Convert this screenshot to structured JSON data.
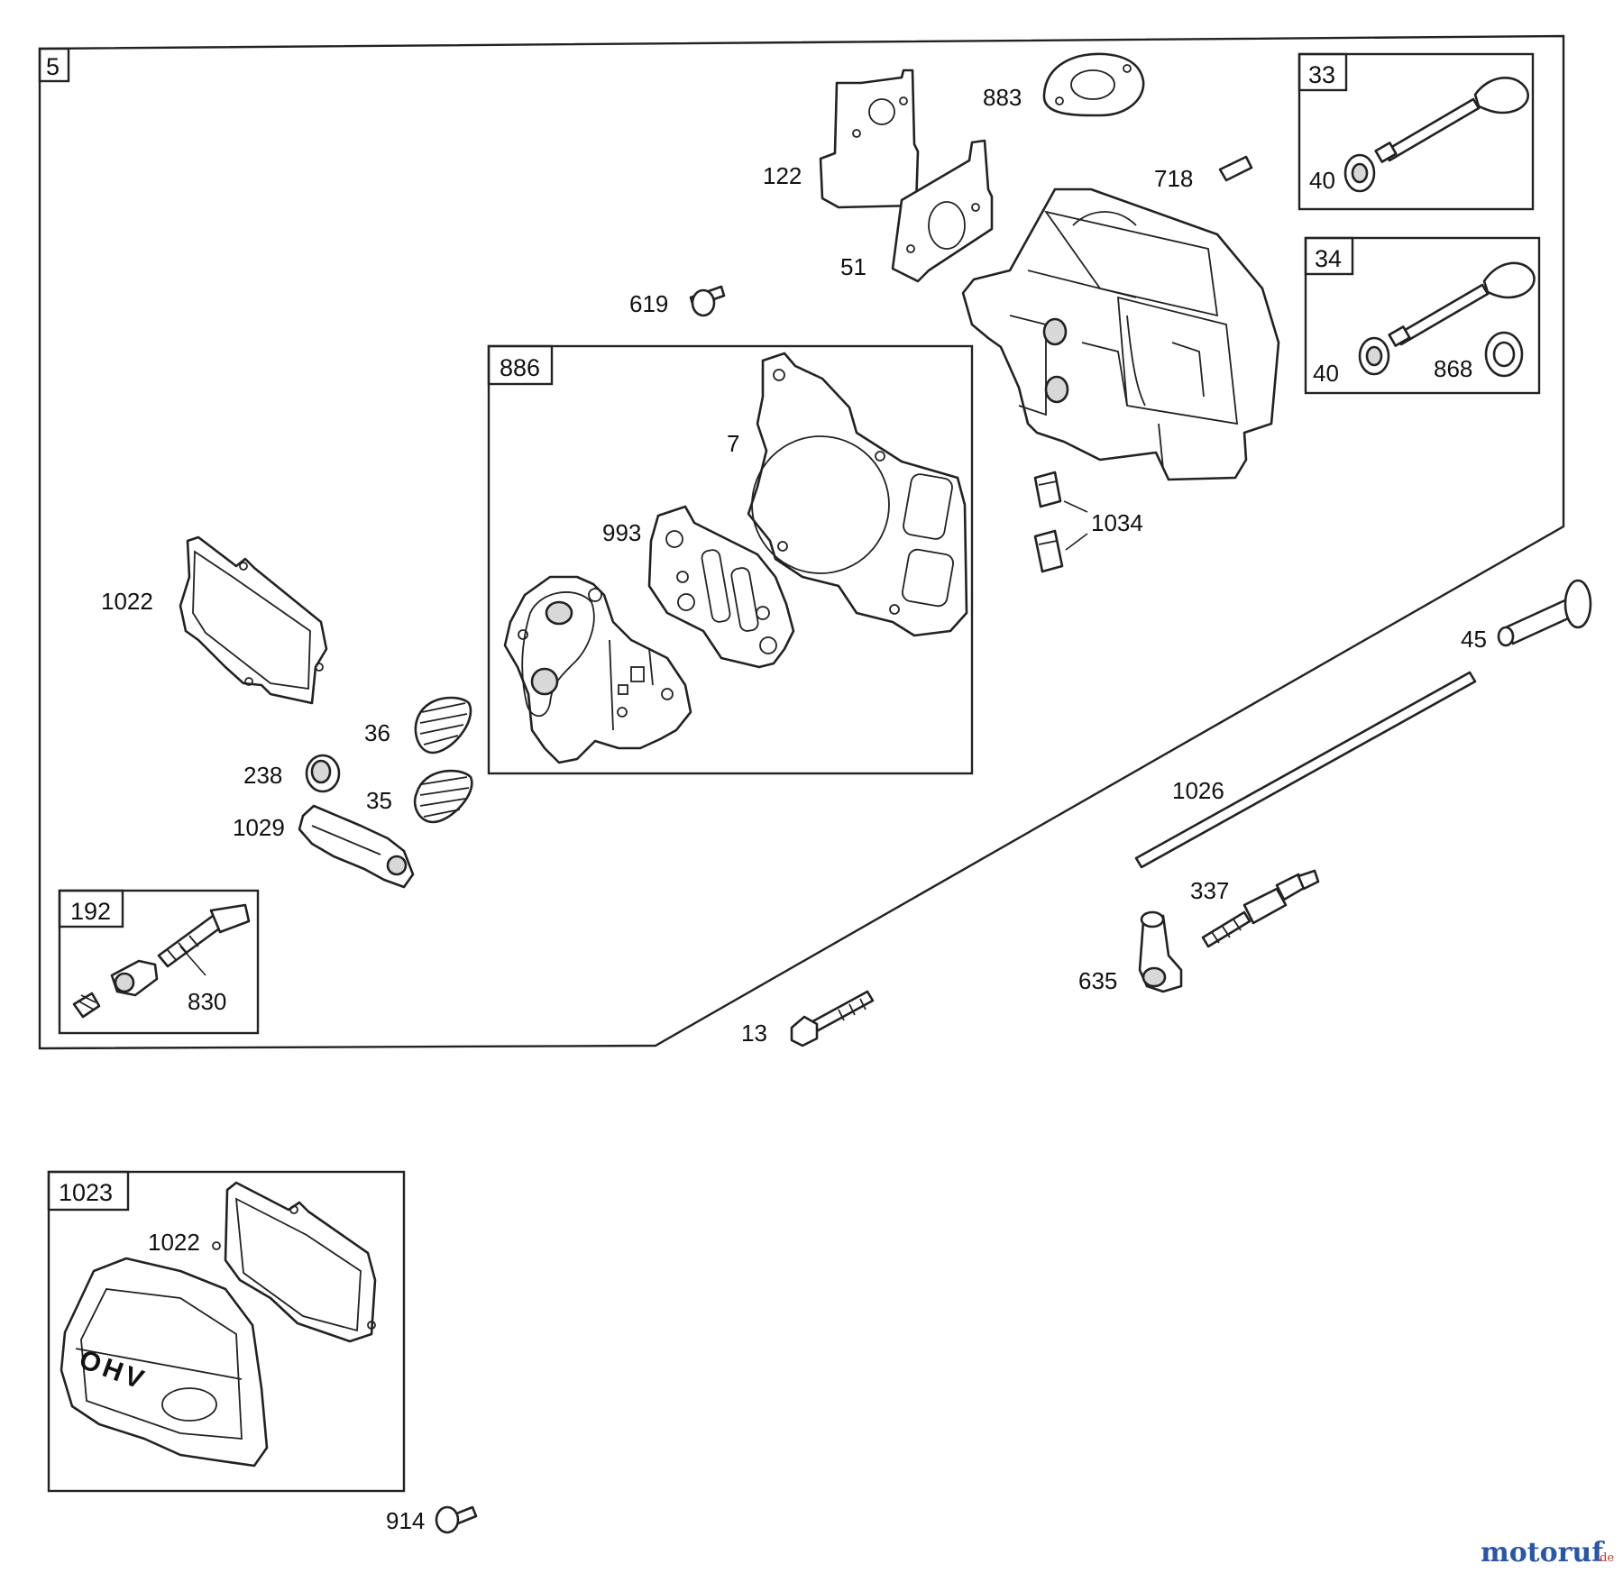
{
  "diagram": {
    "main_box_label": "5",
    "boxes": {
      "b33": "33",
      "b34": "34",
      "b886": "886",
      "b192": "192",
      "b1023": "1023"
    },
    "labels": {
      "l883": "883",
      "l122": "122",
      "l51": "51",
      "l718": "718",
      "l619": "619",
      "l40a": "40",
      "l40b": "40",
      "l868": "868",
      "l7": "7",
      "l993": "993",
      "l1034": "1034",
      "l1022a": "1022",
      "l36": "36",
      "l238": "238",
      "l35": "35",
      "l1029": "1029",
      "l830": "830",
      "l45": "45",
      "l1026": "1026",
      "l337": "337",
      "l635": "635",
      "l13": "13",
      "l1022b": "1022",
      "l914": "914"
    },
    "cover_text": "OHV"
  },
  "watermark": {
    "brand": "motoruf",
    "suffix": ".de"
  }
}
